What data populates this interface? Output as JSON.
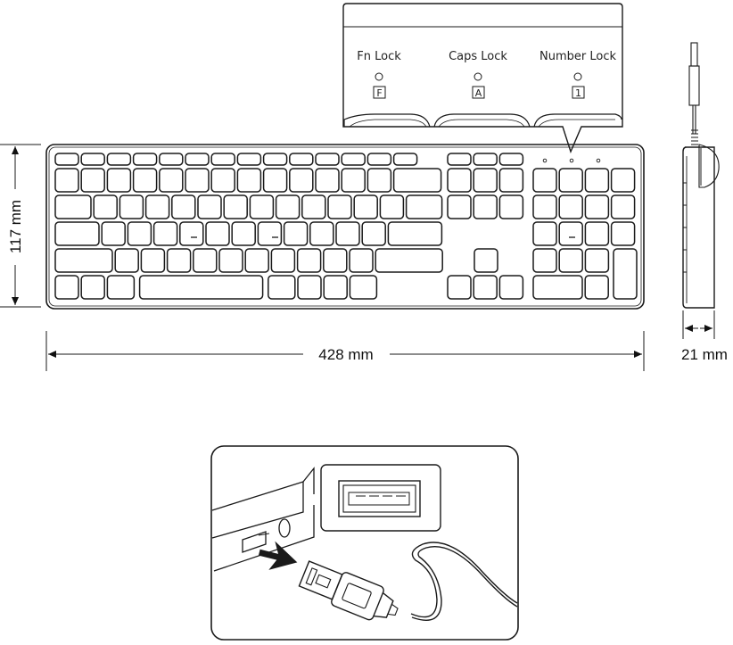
{
  "dimensions": {
    "height": "117 mm",
    "width": "428 mm",
    "depth": "21 mm"
  },
  "indicators": [
    {
      "label": "Fn Lock",
      "key": "F"
    },
    {
      "label": "Caps Lock",
      "key": "A"
    },
    {
      "label": "Number Lock",
      "key": "1"
    }
  ],
  "icons": {
    "usb_plug": "usb-plug-icon",
    "usb_port": "usb-port-icon",
    "insert_arrow": "arrow-right-icon"
  },
  "colors": {
    "line": "#1a1a1a",
    "background": "#ffffff"
  }
}
